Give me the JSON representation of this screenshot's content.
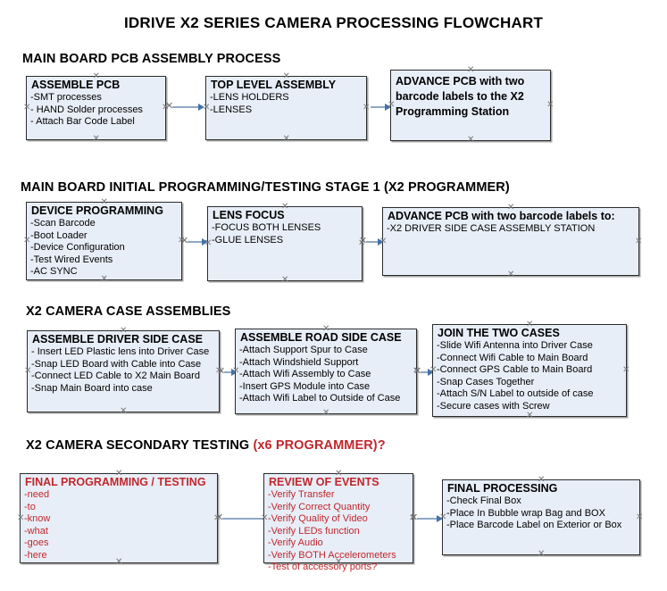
{
  "title": "IDRIVE X2  SERIES CAMERA PROCESSING FLOWCHART",
  "sections": [
    {
      "header": "MAIN BOARD PCB ASSEMBLY PROCESS",
      "header_accent": "",
      "nodes": [
        {
          "title": "ASSEMBLE PCB",
          "lines": [
            "-SMT processes",
            "- HAND Solder processes",
            "- Attach Bar Code Label"
          ]
        },
        {
          "title": "TOP LEVEL ASSEMBLY",
          "lines": [
            "-LENS HOLDERS",
            "-LENSES"
          ]
        },
        {
          "title": "ADVANCE PCB with two barcode labels to the  X2 Programming Station",
          "lines": []
        }
      ]
    },
    {
      "header": "MAIN BOARD INITIAL PROGRAMMING/TESTING STAGE 1 (X2 PROGRAMMER)",
      "header_accent": "",
      "nodes": [
        {
          "title": "DEVICE PROGRAMMING",
          "lines": [
            "-Scan Barcode",
            "-Boot Loader",
            "-Device Configuration",
            "-Test Wired Events",
            "-AC SYNC"
          ]
        },
        {
          "title": "LENS FOCUS",
          "lines": [
            "-FOCUS BOTH LENSES",
            "-GLUE LENSES"
          ]
        },
        {
          "title": "ADVANCE PCB with two barcode labels to:",
          "lines": [
            "-X2 DRIVER  SIDE  CASE  ASSEMBLY STATION"
          ]
        }
      ]
    },
    {
      "header": "X2 CAMERA CASE ASSEMBLIES",
      "header_accent": "",
      "nodes": [
        {
          "title": "ASSEMBLE DRIVER SIDE CASE",
          "lines": [
            "- Insert LED Plastic lens into Driver Case",
            "-Snap LED Board with Cable into Case",
            "-Connect LED Cable to X2 Main Board",
            "-Snap Main Board into case"
          ]
        },
        {
          "title": "ASSEMBLE ROAD SIDE CASE",
          "lines": [
            "-Attach Support Spur to Case",
            "-Attach Windshield Support",
            "-Attach Wifi Assembly to Case",
            "-Insert GPS Module into Case",
            "-Attach Wifi Label to Outside of Case"
          ]
        },
        {
          "title": "JOIN THE TWO CASES",
          "lines": [
            "-Slide Wifi Antenna into Driver Case",
            "-Connect Wifi Cable to Main Board",
            "-Connect GPS Cable to Main Board",
            "-Snap Cases Together",
            "-Attach S/N Label to outside of case",
            "-Secure cases with Screw"
          ]
        }
      ]
    },
    {
      "header": "X2 CAMERA SECONDARY TESTING",
      "header_accent": "(x6 PROGRAMMER)?",
      "nodes": [
        {
          "title": "FINAL PROGRAMMING / TESTING",
          "lines": [
            "-need",
            "-to",
            "-know",
            "-what",
            "-goes",
            "-here"
          ]
        },
        {
          "title": "REVIEW OF EVENTS",
          "lines": [
            "-Verify Transfer",
            "-Verify Correct Quantity",
            "-Verify Quality of Video",
            "-Verify LEDs function",
            "-Verify Audio",
            "-Verify BOTH Accelerometers",
            "-Test of accessory ports?"
          ]
        },
        {
          "title": "FINAL PROCESSING",
          "lines": [
            "-Check Final Box",
            "-Place In Bubble wrap Bag and BOX",
            "-Place Barcode Label on Exterior or Box"
          ]
        }
      ]
    }
  ],
  "colors": {
    "node_fill": "#e8eef7",
    "node_border": "#2b2b2b",
    "connector": "#8fa8c4",
    "arrowhead": "#4472a8",
    "accent_red": "#c0272d",
    "text": "#000000"
  }
}
